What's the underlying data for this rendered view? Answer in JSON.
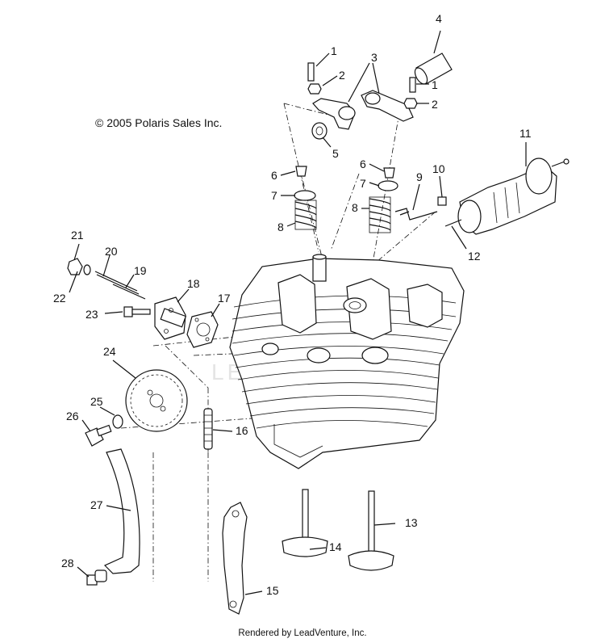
{
  "copyright": "© 2005 Polaris Sales Inc.",
  "footer": "Rendered by LeadVenture, Inc.",
  "watermark": "LEADVENTURE",
  "callouts": {
    "c1a": "1",
    "c1b": "1",
    "c2a": "2",
    "c2b": "2",
    "c3": "3",
    "c4": "4",
    "c5": "5",
    "c6a": "6",
    "c6b": "6",
    "c7a": "7",
    "c7b": "7",
    "c8a": "8",
    "c8b": "8",
    "c9": "9",
    "c10": "10",
    "c11": "11",
    "c12": "12",
    "c13": "13",
    "c14": "14",
    "c15": "15",
    "c16": "16",
    "c17": "17",
    "c18": "18",
    "c19": "19",
    "c20": "20",
    "c21": "21",
    "c22": "22",
    "c23": "23",
    "c24": "24",
    "c25": "25",
    "c26": "26",
    "c27": "27",
    "c28": "28"
  }
}
